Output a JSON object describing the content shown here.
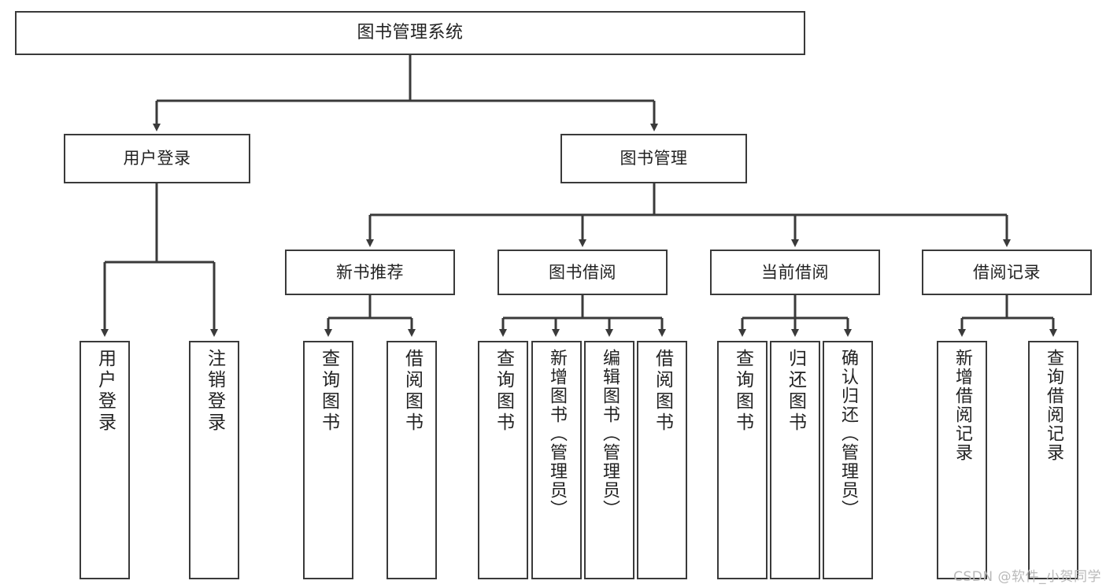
{
  "diagram": {
    "type": "tree-hierarchy-flowchart",
    "title": "图书管理系统",
    "root": {
      "id": "root",
      "label": "图书管理系统"
    },
    "level2": [
      {
        "id": "user-login",
        "label": "用户登录"
      },
      {
        "id": "book-management",
        "label": "图书管理"
      }
    ],
    "level3": [
      {
        "id": "new-book-recommend",
        "label": "新书推荐",
        "parent": "book-management"
      },
      {
        "id": "book-borrow",
        "label": "图书借阅",
        "parent": "book-management"
      },
      {
        "id": "current-borrow",
        "label": "当前借阅",
        "parent": "book-management"
      },
      {
        "id": "borrow-record",
        "label": "借阅记录",
        "parent": "book-management"
      }
    ],
    "leaves": {
      "user-login": [
        {
          "id": "leaf-user-login",
          "label": "用户登录"
        },
        {
          "id": "leaf-logout-login",
          "label": "注销登录"
        }
      ],
      "new-book-recommend": [
        {
          "id": "leaf-query-book-1",
          "label": "查询图书"
        },
        {
          "id": "leaf-borrow-book-1",
          "label": "借阅图书"
        }
      ],
      "book-borrow": [
        {
          "id": "leaf-query-book-2",
          "label": "查询图书"
        },
        {
          "id": "leaf-add-book",
          "label": "新增图书（管理员）"
        },
        {
          "id": "leaf-edit-book",
          "label": "编辑图书（管理员）"
        },
        {
          "id": "leaf-borrow-book-2",
          "label": "借阅图书"
        }
      ],
      "current-borrow": [
        {
          "id": "leaf-query-book-3",
          "label": "查询图书"
        },
        {
          "id": "leaf-return-book",
          "label": "归还图书"
        },
        {
          "id": "leaf-confirm-return",
          "label": "确认归还（管理员）"
        }
      ],
      "borrow-record": [
        {
          "id": "leaf-add-record",
          "label": "新增借阅记录"
        },
        {
          "id": "leaf-query-record",
          "label": "查询借阅记录"
        }
      ]
    },
    "colors": {
      "stroke": "#3a3a3a",
      "background": "#ffffff",
      "text": "#222222",
      "watermark": "#b9b9b9"
    }
  },
  "watermark": {
    "text": "CSDN @软件_小贺同学"
  }
}
